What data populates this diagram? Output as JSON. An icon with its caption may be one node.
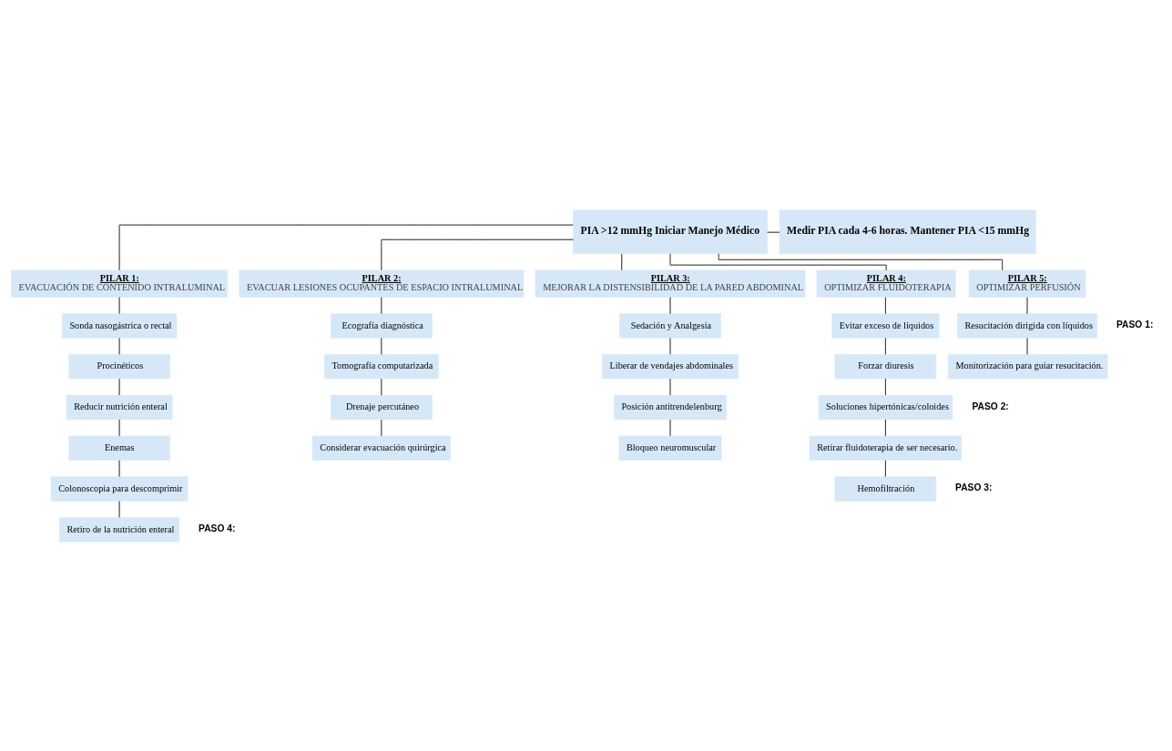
{
  "diagram": {
    "nodes": [
      {
        "text": [
          "PIA >12 mmHg Iniciar Manejo Médico"
        ]
      },
      {
        "text": [
          "Medir PIA cada 4-6 horas. Mantener PIA <15 mmHg"
        ]
      },
      {
        "text": [
          "PILAR 1:",
          "EVACUACIÓN DE CONTENIDO INTRALUMINAL"
        ]
      },
      {
        "text": [
          "PILAR 2:",
          "EVACUAR LESIONES OCUPANTES DE ESPACIO INTRALUMINAL"
        ]
      },
      {
        "text": [
          "PILAR 3:",
          "MEJORAR LA DISTENSIBILIDAD DE LA PARED ABDOMINAL"
        ]
      },
      {
        "text": [
          "PILAR 4:",
          "OPTIMIZAR FLUIDOTERAPIA"
        ]
      },
      {
        "text": [
          "PILAR 5:",
          "OPTIMIZAR PERFUSIÓN"
        ]
      },
      {
        "text": [
          "Sonda nasogástrica o rectal"
        ]
      },
      {
        "text": [
          "Procinéticos"
        ]
      },
      {
        "text": [
          "Reducir nutrición enteral"
        ]
      },
      {
        "text": [
          "Enemas"
        ]
      },
      {
        "text": [
          "Colonoscopia para descomprimir"
        ]
      },
      {
        "text": [
          "Retiro de la nutrición enteral"
        ]
      },
      {
        "text": [
          "Ecografía diagnóstica"
        ]
      },
      {
        "text": [
          "Tomografía computarizada"
        ]
      },
      {
        "text": [
          "Drenaje percutáneo"
        ]
      },
      {
        "text": [
          "Considerar evacuación quirúrgica"
        ]
      },
      {
        "text": [
          "Sedación y Analgesia"
        ]
      },
      {
        "text": [
          "Liberar de vendajes abdominales"
        ]
      },
      {
        "text": [
          "Posición antitrendelenburg"
        ]
      },
      {
        "text": [
          "Bloqueo neuromuscular"
        ]
      },
      {
        "text": [
          "Evitar exceso de líquidos"
        ]
      },
      {
        "text": [
          "Forzar diuresis"
        ]
      },
      {
        "text": [
          "Soluciones hipertónicas/coloides"
        ]
      },
      {
        "text": [
          "Retirar fluidoterapia de ser necesario."
        ]
      },
      {
        "text": [
          "Hemofiltración"
        ]
      },
      {
        "text": [
          "Resucitación dirigida con líquidos"
        ]
      },
      {
        "text": [
          "Monitorización para guiar resucitación."
        ]
      }
    ],
    "edges": [
      {
        "from": 0,
        "to": 1,
        "arrow": "none"
      },
      {
        "from": 0,
        "to": 2,
        "arrow": "none"
      },
      {
        "from": 0,
        "to": 3,
        "arrow": "none"
      },
      {
        "from": 0,
        "to": 4,
        "arrow": "none"
      },
      {
        "from": 0,
        "to": 5,
        "arrow": "none"
      },
      {
        "from": 0,
        "to": 6,
        "arrow": "none"
      },
      {
        "from": 2,
        "to": 7,
        "arrow": "none"
      },
      {
        "from": 7,
        "to": 8,
        "arrow": "none"
      },
      {
        "from": 8,
        "to": 9,
        "arrow": "none"
      },
      {
        "from": 9,
        "to": 10,
        "arrow": "none"
      },
      {
        "from": 10,
        "to": 11,
        "arrow": "none"
      },
      {
        "from": 11,
        "to": 12,
        "arrow": "none"
      },
      {
        "from": 3,
        "to": 13,
        "arrow": "none"
      },
      {
        "from": 13,
        "to": 14,
        "arrow": "none"
      },
      {
        "from": 14,
        "to": 15,
        "arrow": "none"
      },
      {
        "from": 15,
        "to": 16,
        "arrow": "none"
      },
      {
        "from": 4,
        "to": 17,
        "arrow": "none"
      },
      {
        "from": 17,
        "to": 18,
        "arrow": "none"
      },
      {
        "from": 18,
        "to": 19,
        "arrow": "none"
      },
      {
        "from": 19,
        "to": 20,
        "arrow": "none"
      },
      {
        "from": 5,
        "to": 21,
        "arrow": "none"
      },
      {
        "from": 21,
        "to": 22,
        "arrow": "none"
      },
      {
        "from": 22,
        "to": 23,
        "arrow": "none"
      },
      {
        "from": 23,
        "to": 24,
        "arrow": "none"
      },
      {
        "from": 24,
        "to": 25,
        "arrow": "none"
      },
      {
        "from": 6,
        "to": 26,
        "arrow": "none"
      },
      {
        "from": 26,
        "to": 27,
        "arrow": "none"
      }
    ],
    "labels": [
      "PASO 1:",
      "PASO 2:",
      "PASO 3:",
      "PASO 4:"
    ]
  }
}
